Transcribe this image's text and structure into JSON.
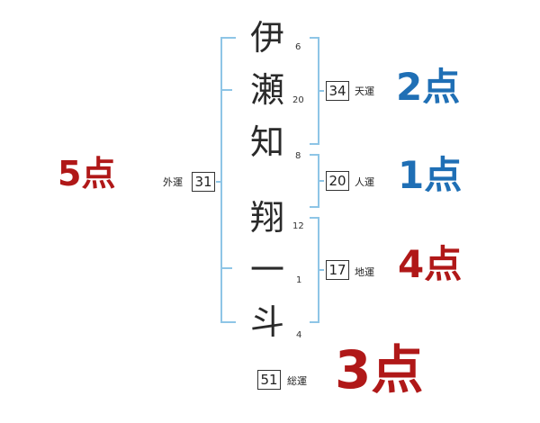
{
  "colors": {
    "blue": "#1f6fb5",
    "red": "#b01818",
    "bracket": "#8ec5e6"
  },
  "characters": [
    {
      "char": "伊",
      "strokes": "6"
    },
    {
      "char": "瀬",
      "strokes": "20"
    },
    {
      "char": "知",
      "strokes": "8"
    },
    {
      "char": "翔",
      "strokes": "12"
    },
    {
      "char": "一",
      "strokes": "1"
    },
    {
      "char": "斗",
      "strokes": "4"
    }
  ],
  "gaiun": {
    "value": "31",
    "label": "外運",
    "score": "5点"
  },
  "tenun": {
    "value": "34",
    "label": "天運",
    "score": "2点"
  },
  "jinun": {
    "value": "20",
    "label": "人運",
    "score": "1点"
  },
  "chiun": {
    "value": "17",
    "label": "地運",
    "score": "4点"
  },
  "souun": {
    "value": "51",
    "label": "総運",
    "score": "3点"
  }
}
